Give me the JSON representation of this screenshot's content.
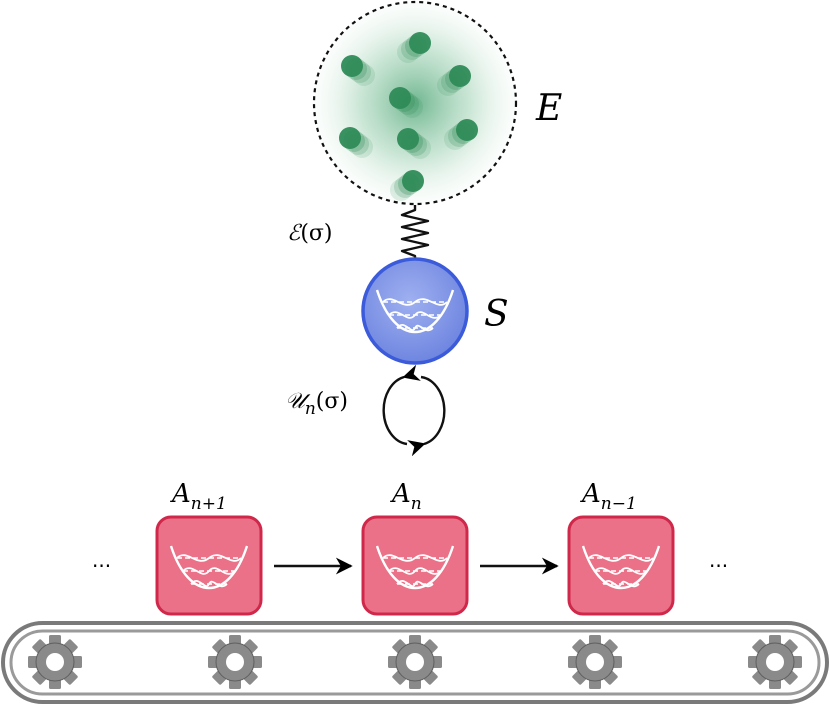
{
  "labels": {
    "environment": "E",
    "system": "S",
    "coupling_main": "ℰ",
    "coupling_arg": "(σ)",
    "unitary_main": "𝒰",
    "unitary_sub": "n",
    "unitary_arg": "(σ)",
    "ellipsis_left": "···",
    "ellipsis_right": "···"
  },
  "ancillas": [
    {
      "main": "A",
      "sub": "n+1"
    },
    {
      "main": "A",
      "sub": "n"
    },
    {
      "main": "A",
      "sub": "n−1"
    }
  ],
  "colors": {
    "environment_particle": "#2e8b57",
    "environment_glow": "#7fbf9a",
    "system_fill": "#7f93e6",
    "system_stroke": "#3b5bdb",
    "ancilla_fill": "#ea7187",
    "ancilla_stroke": "#d0284a",
    "gear": "#8a8a8a",
    "belt": "#7a7a7a"
  },
  "icons": {
    "well": "potential-well-icon",
    "gear": "gear-icon",
    "spring": "spring-icon",
    "cycle": "cycle-arrows-icon"
  }
}
